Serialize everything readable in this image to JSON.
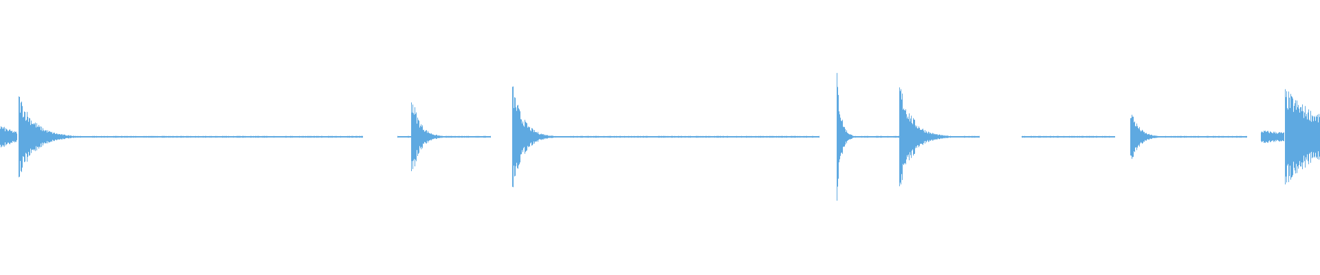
{
  "waveform": {
    "color": "#5ea9e1",
    "background": "#ffffff",
    "bursts": [
      {
        "start": 0.0,
        "end": 0.013,
        "amp": 0.09,
        "decay": 0.9
      },
      {
        "start": 0.014,
        "end": 0.07,
        "amp": 0.33,
        "decay": 4.8
      },
      {
        "start": 0.3115,
        "end": 0.336,
        "amp": 0.34,
        "decay": 4.0
      },
      {
        "start": 0.388,
        "end": 0.428,
        "amp": 0.4,
        "decay": 5.0
      },
      {
        "start": 0.634,
        "end": 0.652,
        "amp": 0.48,
        "decay": 5.6
      },
      {
        "start": 0.681,
        "end": 0.73,
        "amp": 0.42,
        "decay": 5.2
      },
      {
        "start": 0.8565,
        "end": 0.883,
        "amp": 0.23,
        "decay": 4.5
      },
      {
        "start": 0.955,
        "end": 0.973,
        "amp": 0.05,
        "decay": 0.4
      },
      {
        "start": 0.9735,
        "end": 1.0,
        "amp": 0.36,
        "decay": 0.8
      }
    ],
    "flat_segments": [
      {
        "start": 0.07,
        "end": 0.275
      },
      {
        "start": 0.301,
        "end": 0.3115
      },
      {
        "start": 0.336,
        "end": 0.372
      },
      {
        "start": 0.428,
        "end": 0.621
      },
      {
        "start": 0.652,
        "end": 0.681
      },
      {
        "start": 0.73,
        "end": 0.742
      },
      {
        "start": 0.774,
        "end": 0.845
      },
      {
        "start": 0.883,
        "end": 0.945
      }
    ]
  }
}
